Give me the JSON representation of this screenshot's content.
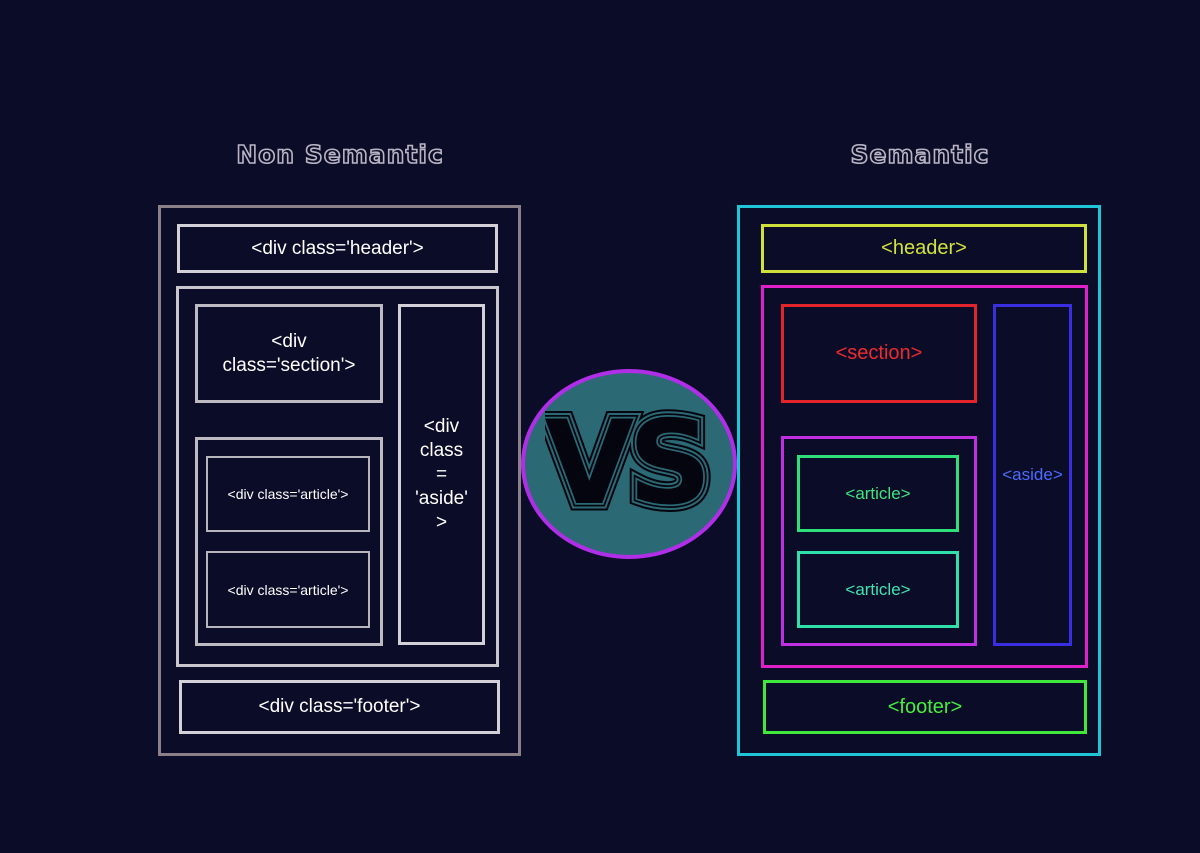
{
  "titles": {
    "left": "Non Semantic",
    "right": "Semantic"
  },
  "non_semantic": {
    "header": "<div class='header'>",
    "section_line1": "<div",
    "section_line2": "class='section'>",
    "article_1": "<div class='article'>",
    "article_2": "<div class='article'>",
    "aside_lines": [
      "<div",
      "class",
      "=",
      "'aside'",
      ">"
    ],
    "footer": "<div class='footer'>"
  },
  "semantic": {
    "header": "<header>",
    "section": "<section>",
    "article_1": "<article>",
    "article_2": "<article>",
    "aside": "<aside>",
    "footer": "<footer>"
  },
  "vs_text": "VS",
  "colors": {
    "background": "#0b0c27",
    "non_semantic_box": "#d3d0d8",
    "non_semantic_outer": "#8c8088",
    "semantic_outer": "#1fc6d8",
    "header": "#cfe03a",
    "main": "#e020c8",
    "section": "#e3242b",
    "article_group": "#c030e0",
    "article_1": "#2fe07a",
    "article_2": "#2fe0a8",
    "aside": "#3a2fe0",
    "aside_text": "#4a6cff",
    "footer": "#3fe83a",
    "vs_circle_fill": "#2b6a74",
    "vs_circle_border": "#b12ee8"
  }
}
